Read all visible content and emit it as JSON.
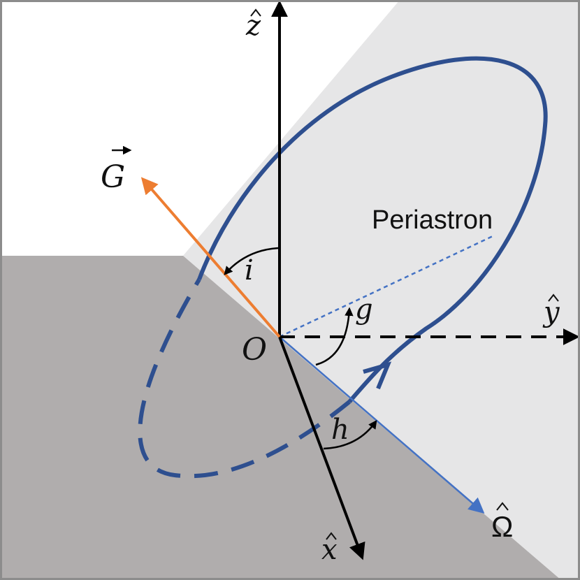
{
  "labels": {
    "z_axis": "z",
    "y_axis": "y",
    "x_axis": "x",
    "origin": "O",
    "angular_momentum": "G",
    "node_vector": "Ω",
    "inclination": "i",
    "argument_of_periastron": "g",
    "node_longitude": "h",
    "periastron": "Periastron"
  },
  "colors": {
    "orbit": "#2e4f8f",
    "angular_momentum": "#ed7d31",
    "node_line": "#4472c4",
    "axis": "#000000",
    "plane_upper": "#e6e6e7",
    "plane_lower": "#b0adad",
    "border": "#8c8c8c"
  }
}
